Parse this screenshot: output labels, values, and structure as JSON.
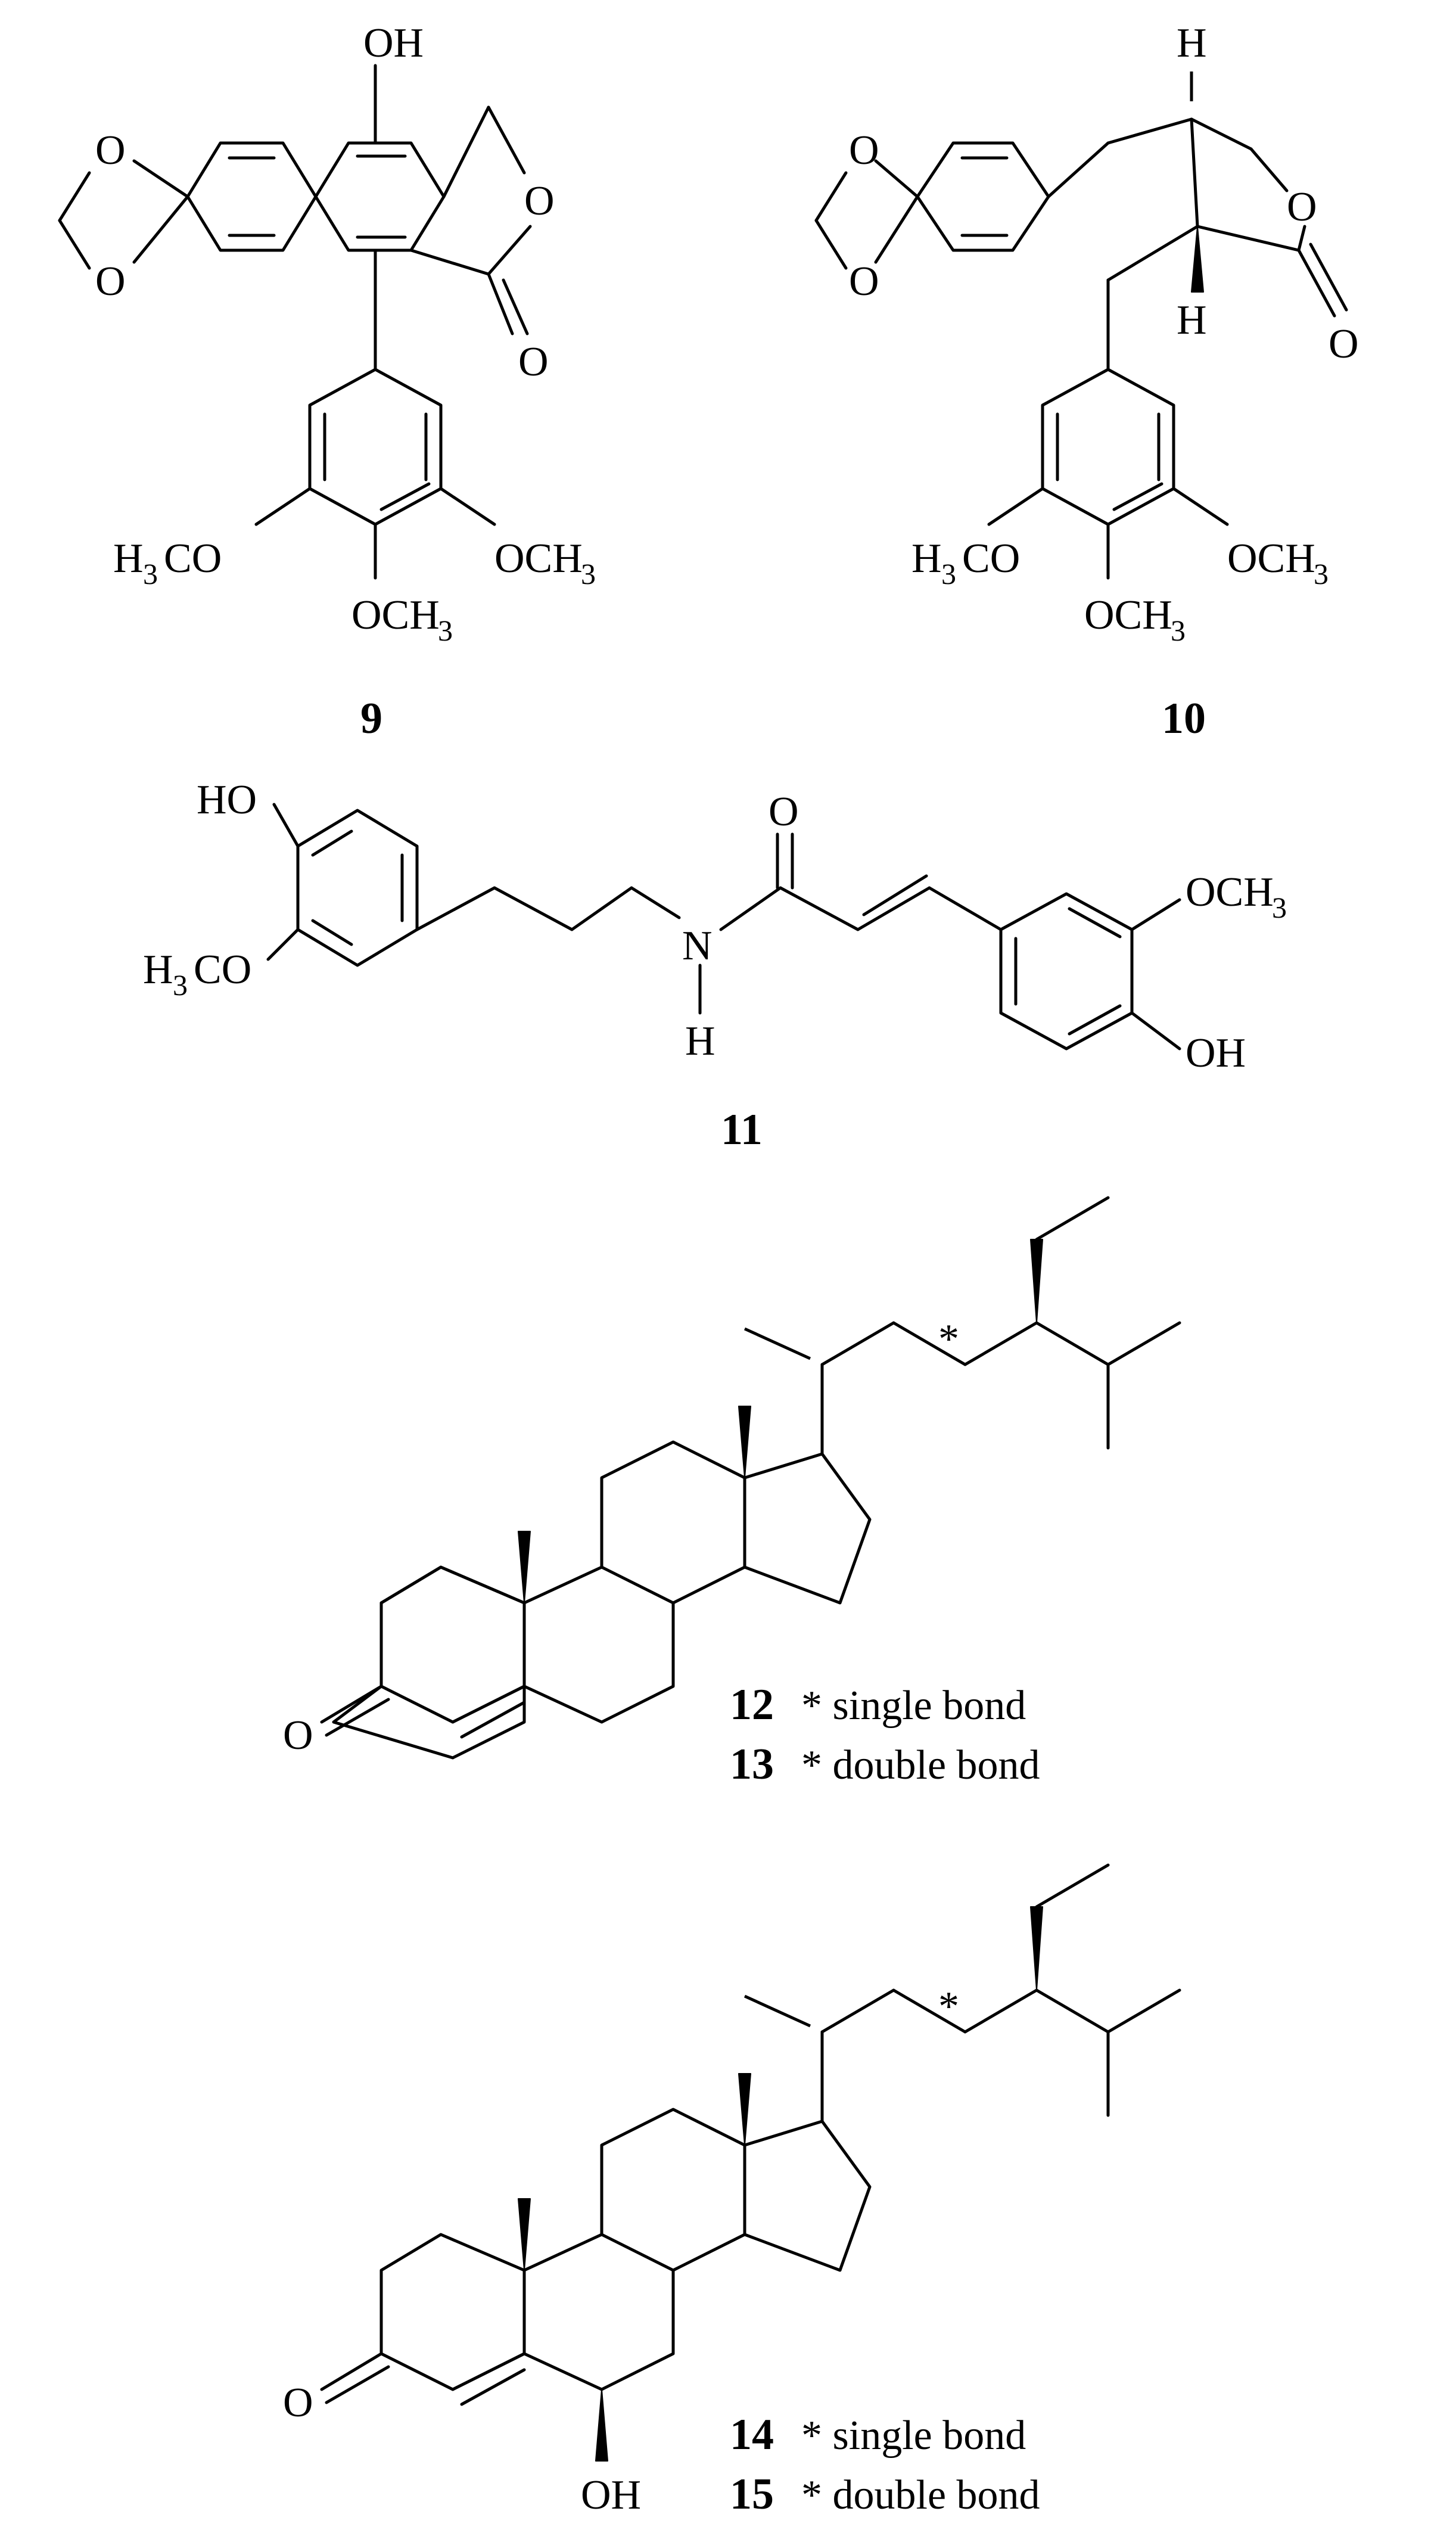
{
  "compounds": {
    "c9": {
      "number": "9",
      "labels": {
        "oh": "OH",
        "o1": "O",
        "o2": "O",
        "o3": "O",
        "co": "O",
        "left": "H",
        "left_sub": "3",
        "left_tail": "CO",
        "right": "OCH",
        "right_sub": "3",
        "bottom": "OCH",
        "bottom_sub": "3"
      }
    },
    "c10": {
      "number": "10",
      "labels": {
        "o1": "O",
        "o2": "O",
        "o3": "O",
        "co": "O",
        "h1": "H",
        "h2": "H",
        "left": "H",
        "left_sub": "3",
        "left_tail": "CO",
        "right": "OCH",
        "right_sub": "3",
        "bottom": "OCH",
        "bottom_sub": "3"
      }
    },
    "c11": {
      "number": "11",
      "labels": {
        "ho": "HO",
        "left": "H",
        "left_sub": "3",
        "left_tail": "CO",
        "n": "N",
        "h": "H",
        "co": "O",
        "right": "OCH",
        "right_sub": "3",
        "oh": "OH"
      }
    },
    "c12_13": {
      "star": "*",
      "co": "O",
      "legend": [
        {
          "number": "12",
          "text": "* single bond"
        },
        {
          "number": "13",
          "text": "* double bond"
        }
      ]
    },
    "c14_15": {
      "star": "*",
      "co": "O",
      "oh": "OH",
      "legend": [
        {
          "number": "14",
          "text": "* single bond"
        },
        {
          "number": "15",
          "text": "* double bond"
        }
      ]
    }
  }
}
